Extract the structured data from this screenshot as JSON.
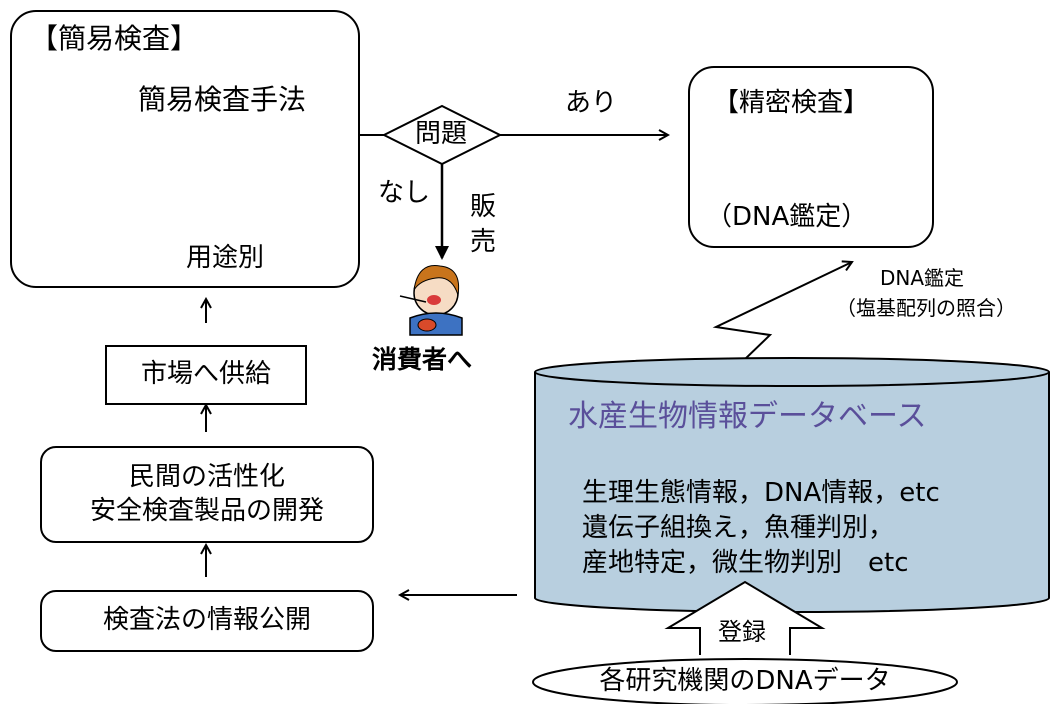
{
  "simple_test": {
    "title": "【簡易検査】",
    "method": "簡易検査手法",
    "by_use": "用途別"
  },
  "decision": {
    "label": "問題",
    "yes": "あり",
    "no": "なし",
    "sale": "販売"
  },
  "consumer": "消費者へ",
  "precise_test": {
    "title": "【精密検査】",
    "subtitle": "（DNA鑑定）"
  },
  "dna_match": {
    "line1": "DNA鑑定",
    "line2": "（塩基配列の照合）"
  },
  "database": {
    "title": "水産生物情報データベース",
    "line1": "生理生態情報，DNA情報，etc",
    "line2": "遺伝子組換え，魚種判別，",
    "line3": "産地特定，微生物判別　etc"
  },
  "registration": "登録",
  "research_dna": "各研究機関のDNAデータ",
  "market_supply": "市場へ供給",
  "private_sector": {
    "line1": "民間の活性化",
    "line2": "安全検査製品の開発"
  },
  "disclosure": "検査法の情報公開",
  "colors": {
    "database_fill": "#b8cfdf",
    "database_title": "#5a4f9a"
  }
}
